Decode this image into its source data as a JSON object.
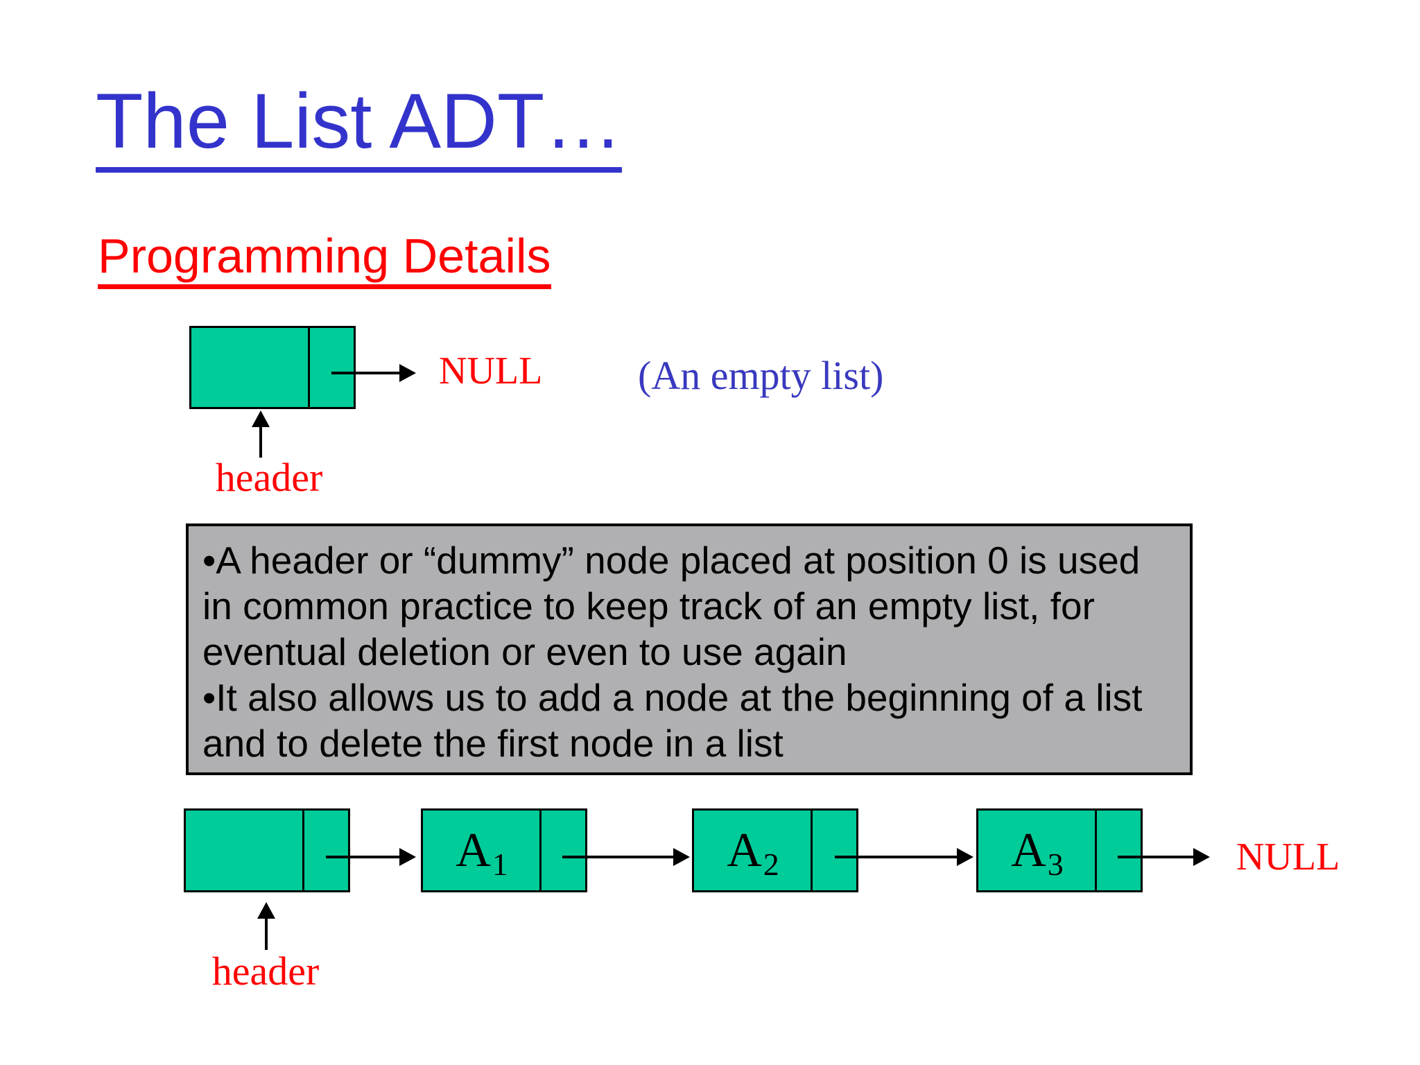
{
  "slide": {
    "title": "The List ADT…",
    "subtitle": "Programming Details"
  },
  "empty_list_diagram": {
    "null_label": "NULL",
    "caption": "(An empty list)",
    "header_label": "header"
  },
  "note_box": {
    "lines": [
      "•A header or “dummy” node placed at position 0 is used",
      "in common practice to keep track of an empty list, for",
      "eventual deletion or even to use again",
      "•It also allows us to add a node at the beginning of a list",
      "and to delete the first node in a list"
    ]
  },
  "linked_list_diagram": {
    "header_label": "header",
    "null_label": "NULL",
    "nodes": [
      {
        "base": "A",
        "sub": "1"
      },
      {
        "base": "A",
        "sub": "2"
      },
      {
        "base": "A",
        "sub": "3"
      }
    ]
  },
  "colors": {
    "node_green": "#00CC99",
    "note_gray": "#B0B0B2",
    "title_blue": "#3333CC",
    "caption_blue": "#3939BF",
    "accent_red": "#FF0000",
    "line_black": "#000000"
  }
}
